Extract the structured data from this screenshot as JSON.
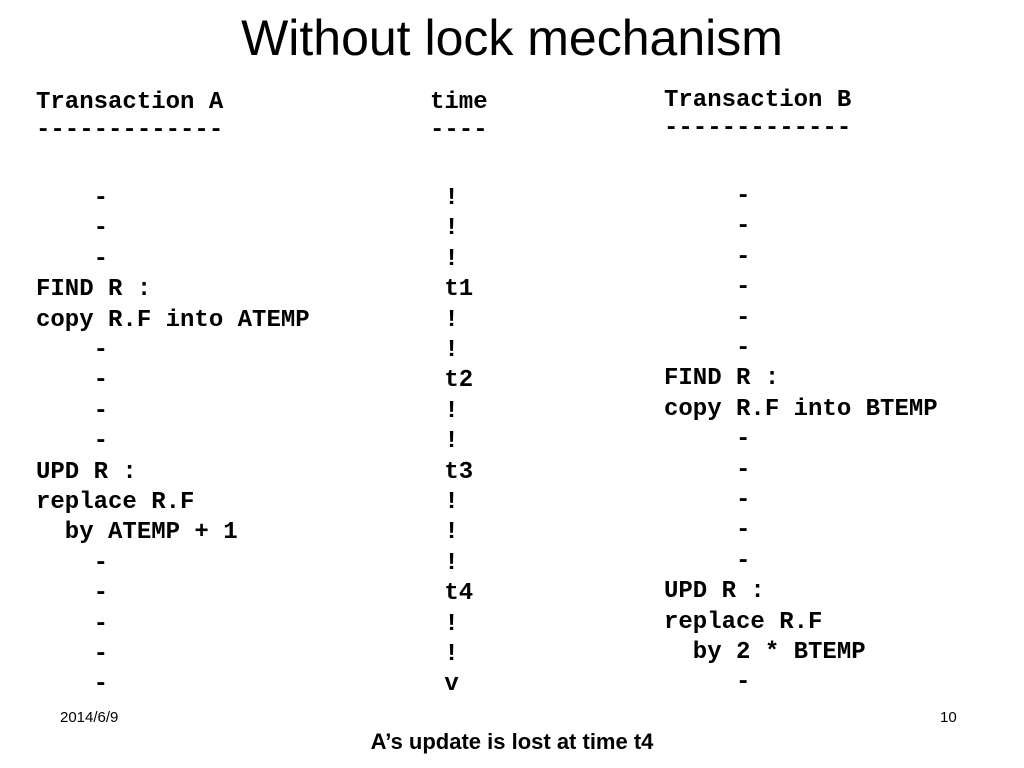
{
  "title": "Without lock mechanism",
  "columns": {
    "transaction_a": {
      "header": "Transaction A",
      "underline": "-------------",
      "lines": [
        {
          "row": 0,
          "text": "    -"
        },
        {
          "row": 1,
          "text": "    -"
        },
        {
          "row": 2,
          "text": "    -"
        },
        {
          "row": 3,
          "text": "FIND R :"
        },
        {
          "row": 4,
          "text": "copy R.F into ATEMP"
        },
        {
          "row": 5,
          "text": "    -"
        },
        {
          "row": 6,
          "text": "    -"
        },
        {
          "row": 7,
          "text": "    -"
        },
        {
          "row": 8,
          "text": "    -"
        },
        {
          "row": 9,
          "text": "UPD R :"
        },
        {
          "row": 10,
          "text": "replace R.F"
        },
        {
          "row": 11,
          "text": "  by ATEMP + 1"
        },
        {
          "row": 12,
          "text": "    -"
        },
        {
          "row": 13,
          "text": "    -"
        },
        {
          "row": 14,
          "text": "    -"
        },
        {
          "row": 15,
          "text": "    -"
        },
        {
          "row": 16,
          "text": "    -"
        }
      ]
    },
    "time": {
      "header": "time",
      "underline": "----",
      "lines": [
        {
          "row": 0,
          "text": " !"
        },
        {
          "row": 1,
          "text": " !"
        },
        {
          "row": 2,
          "text": " !"
        },
        {
          "row": 3,
          "text": " t1"
        },
        {
          "row": 4,
          "text": " !"
        },
        {
          "row": 5,
          "text": " !"
        },
        {
          "row": 6,
          "text": " t2"
        },
        {
          "row": 7,
          "text": " !"
        },
        {
          "row": 8,
          "text": " !"
        },
        {
          "row": 9,
          "text": " t3"
        },
        {
          "row": 10,
          "text": " !"
        },
        {
          "row": 11,
          "text": " !"
        },
        {
          "row": 12,
          "text": " !"
        },
        {
          "row": 13,
          "text": " t4"
        },
        {
          "row": 14,
          "text": " !"
        },
        {
          "row": 15,
          "text": " !"
        },
        {
          "row": 16,
          "text": " v"
        }
      ]
    },
    "transaction_b": {
      "header": "Transaction B",
      "underline": "-------------",
      "lines": [
        {
          "row": 0,
          "text": "     -"
        },
        {
          "row": 1,
          "text": "     -"
        },
        {
          "row": 2,
          "text": "     -"
        },
        {
          "row": 3,
          "text": "     -"
        },
        {
          "row": 4,
          "text": "     -"
        },
        {
          "row": 5,
          "text": "     -"
        },
        {
          "row": 6,
          "text": "FIND R :"
        },
        {
          "row": 7,
          "text": "copy R.F into BTEMP"
        },
        {
          "row": 8,
          "text": "     -"
        },
        {
          "row": 9,
          "text": "     -"
        },
        {
          "row": 10,
          "text": "     -"
        },
        {
          "row": 11,
          "text": "     -"
        },
        {
          "row": 12,
          "text": "     -"
        },
        {
          "row": 13,
          "text": "UPD R :"
        },
        {
          "row": 14,
          "text": "replace R.F"
        },
        {
          "row": 15,
          "text": "  by 2 * BTEMP"
        },
        {
          "row": 16,
          "text": "     -"
        }
      ]
    }
  },
  "footer": {
    "date": "2014/6/9",
    "page_number": "10",
    "caption": "A’s update is lost at time t4"
  }
}
